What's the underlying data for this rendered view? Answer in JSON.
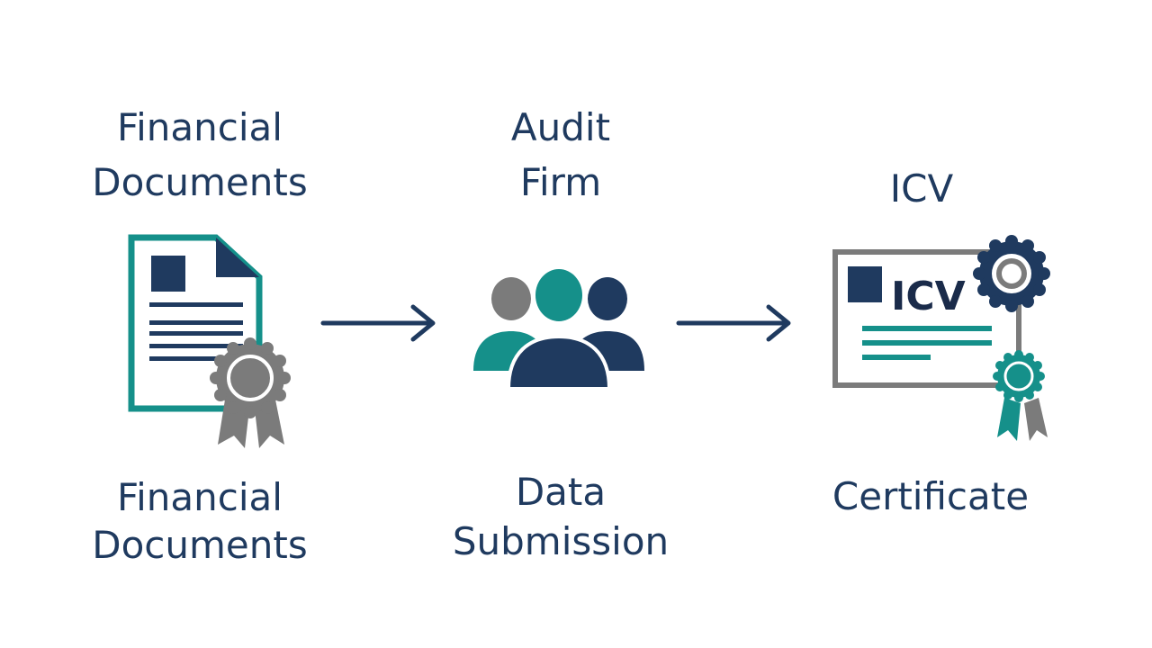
{
  "steps": [
    {
      "top_label": [
        "Financial",
        "Documents"
      ],
      "icon": "document-with-seal-icon",
      "bottom_label": [
        "Financial",
        "Documents"
      ]
    },
    {
      "top_label": [
        "Audit",
        "Firm"
      ],
      "icon": "people-group-icon",
      "bottom_label": [
        "Data",
        "Submission"
      ]
    },
    {
      "top_label": [
        "ICV"
      ],
      "icon": "certificate-icon",
      "certificate_text": "ICV",
      "bottom_label": [
        "Certificate"
      ]
    }
  ],
  "connectors": [
    "arrow-right-icon",
    "arrow-right-icon"
  ],
  "colors": {
    "navy": "#1f3a5f",
    "teal": "#15908a",
    "gray": "#7b7b7b"
  }
}
